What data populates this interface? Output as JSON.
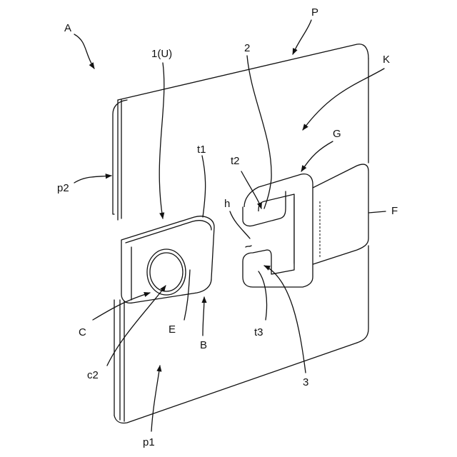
{
  "figure": {
    "labels": {
      "A": "A",
      "P": "P",
      "U1": "1(U)",
      "n2": "2",
      "K": "K",
      "t1": "t1",
      "t2": "t2",
      "G": "G",
      "p2": "p2",
      "h": "h",
      "F": "F",
      "C": "C",
      "E": "E",
      "B": "B",
      "t3": "t3",
      "c2": "c2",
      "n3": "3",
      "p1": "p1"
    }
  }
}
